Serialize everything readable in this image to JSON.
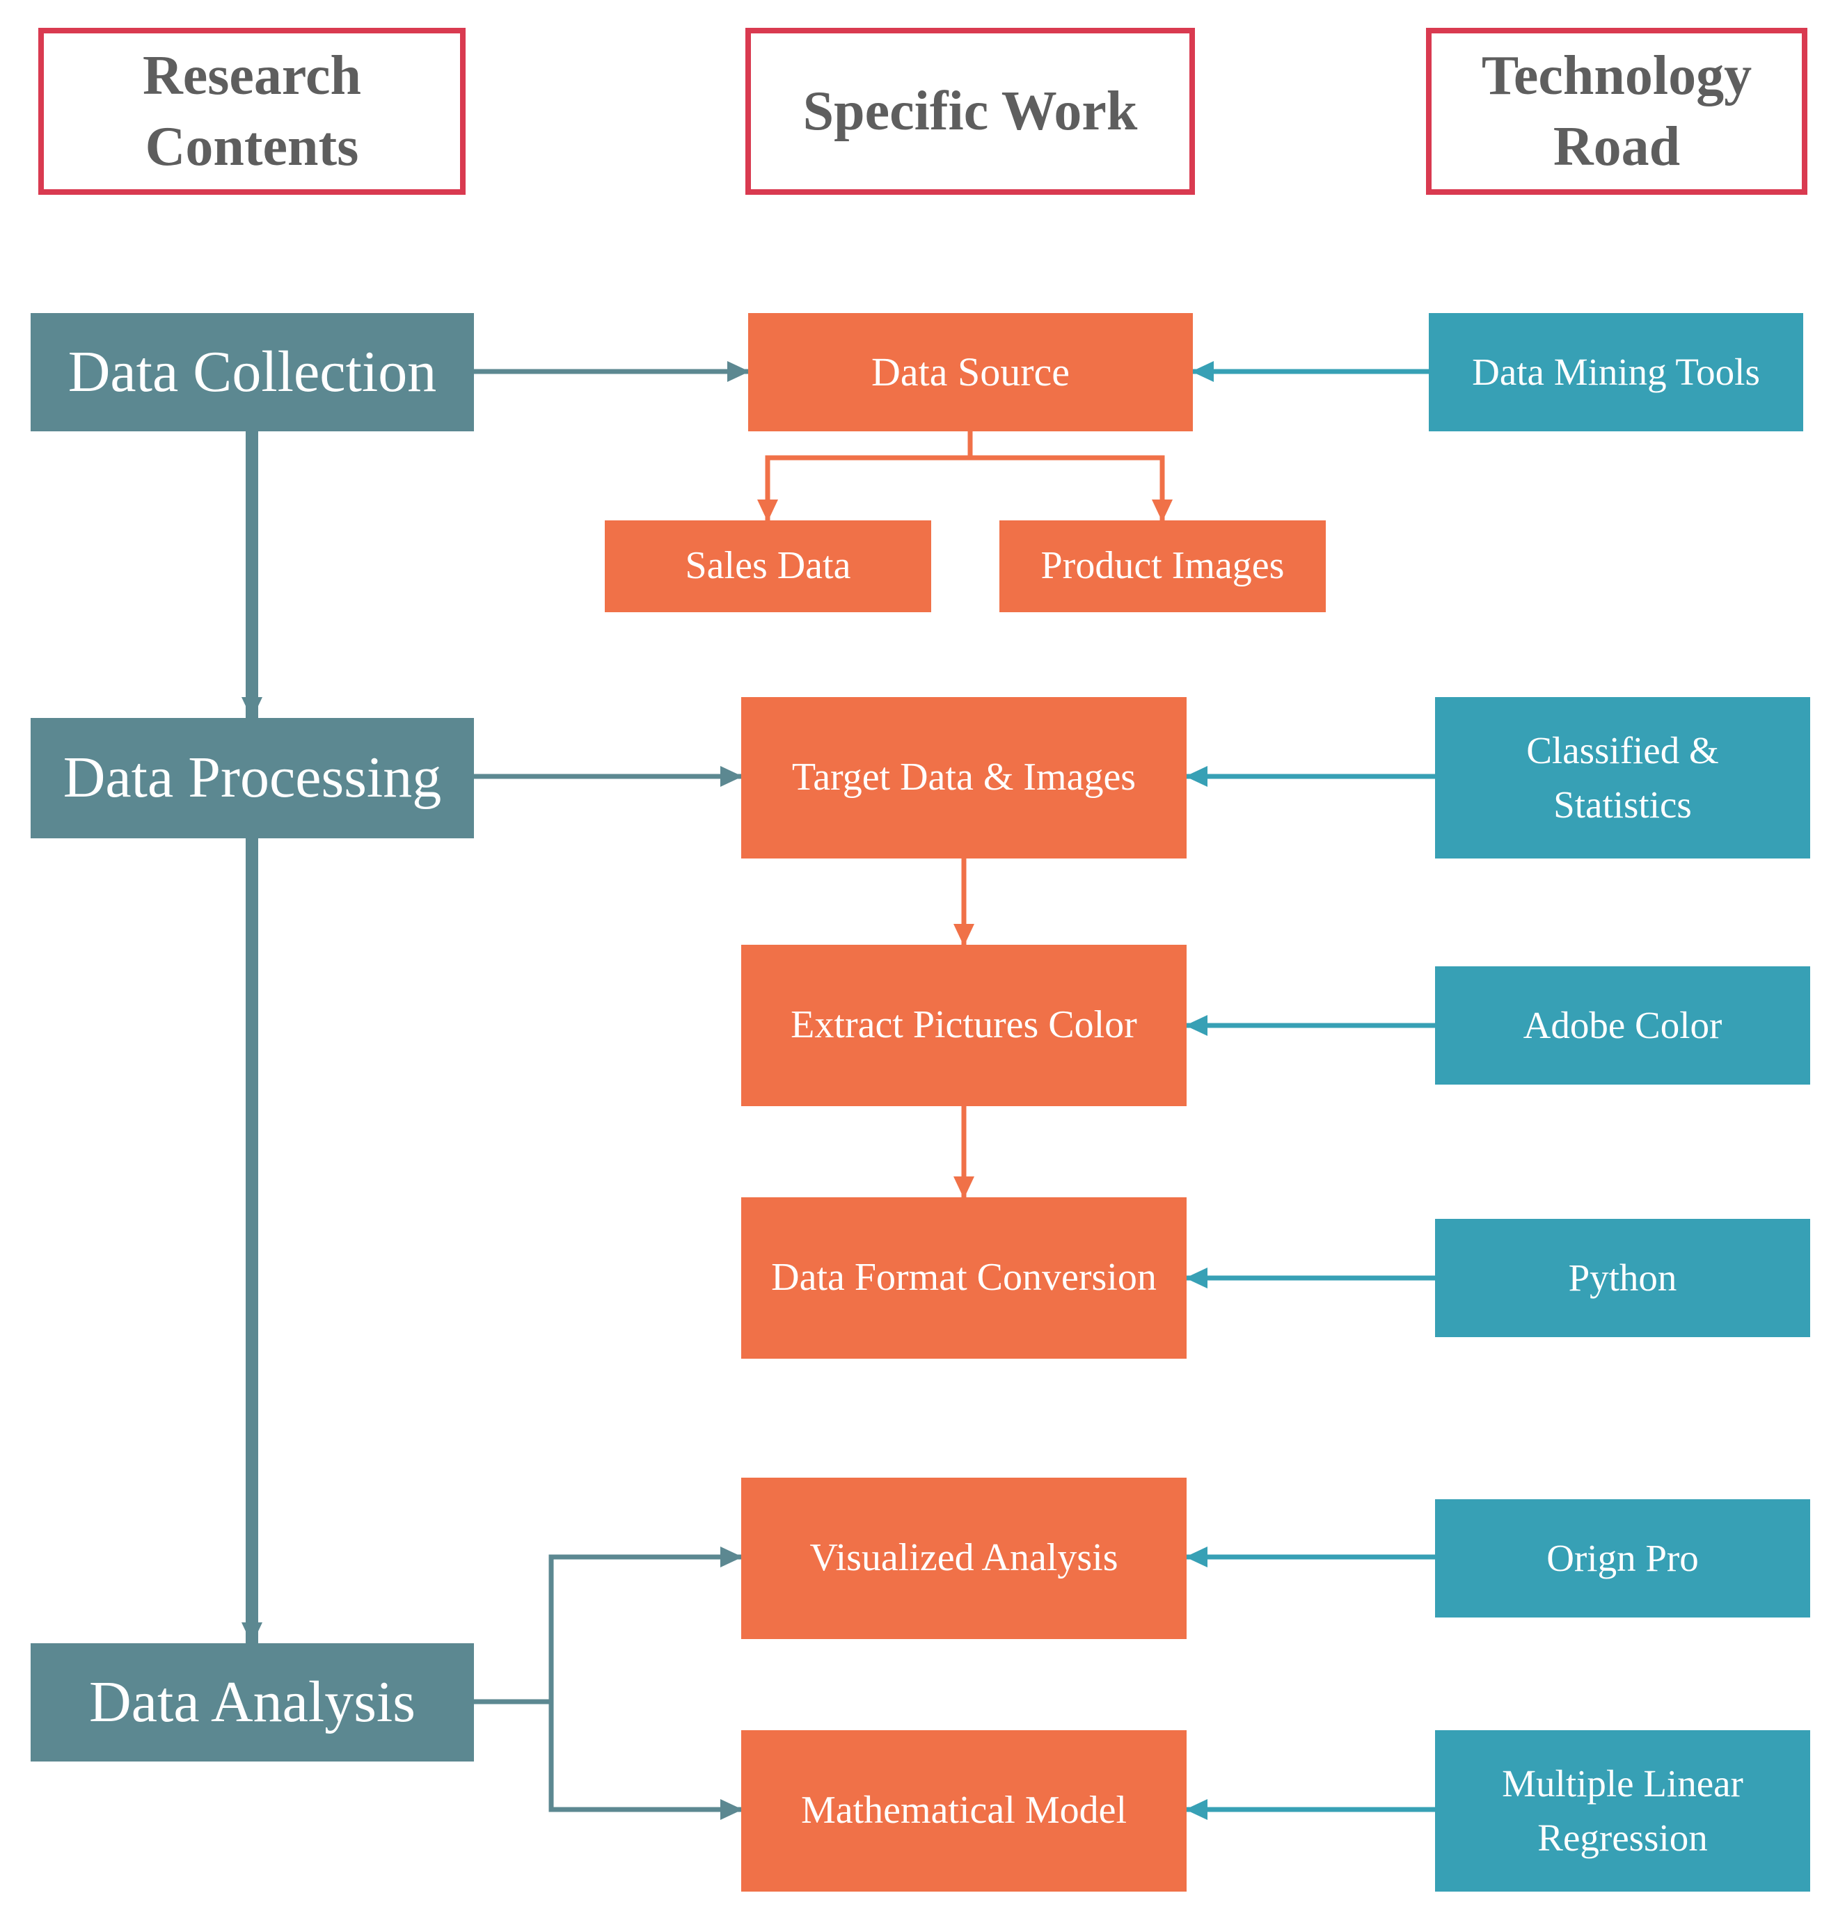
{
  "headers": {
    "research": "Research\nContents",
    "work": "Specific Work",
    "technology": "Technology\nRoad"
  },
  "stages": {
    "collection": "Data Collection",
    "processing": "Data Processing",
    "analysis": "Data Analysis"
  },
  "work": {
    "data_source": "Data Source",
    "sales_data": "Sales Data",
    "product_images": "Product Images",
    "target_data": "Target Data & Images",
    "extract_color": "Extract Pictures Color",
    "format_conversion": "Data Format Conversion",
    "visualized_analysis": "Visualized Analysis",
    "mathematical_model": "Mathematical Model"
  },
  "technology": {
    "data_mining": "Data Mining Tools",
    "classified": "Classified  &\nStatistics",
    "adobe_color": "Adobe Color",
    "python": "Python",
    "origin_pro": "Orign Pro",
    "regression": "Multiple Linear\nRegression"
  },
  "colors": {
    "header_border": "#d93a50",
    "header_text": "#5e5e5e",
    "stage": "#5c8891",
    "work": "#f07148",
    "technology": "#37a0b5"
  }
}
